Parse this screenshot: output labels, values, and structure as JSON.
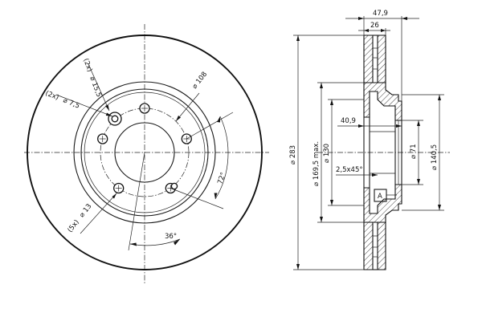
{
  "front_view": {
    "label_pcd_holes_count": "(2x)",
    "label_pcd_holes_dia": "⌀ 7,5",
    "label_center_holes_count": "(2x)",
    "label_center_holes_dia": "⌀ 15,5",
    "label_bolt_circle": "⌀ 108",
    "label_angle_72": "72°",
    "label_bolt_holes_count": "(5x)",
    "label_bolt_holes_dia": "⌀ 13",
    "label_angle_36": "36°"
  },
  "section_view": {
    "label_width_total": "47,9",
    "label_width_disc": "26",
    "label_outer_dia": "⌀ 283",
    "label_friction_dia": "⌀ 169,5 max.",
    "label_hub_outer_dia": "⌀ 130",
    "label_hat_depth": "40,9",
    "label_chamfer": "2,5x45°",
    "label_center_bore": "⌀ 71",
    "label_hat_dia": "⌀ 140,5",
    "label_datum": "A"
  }
}
